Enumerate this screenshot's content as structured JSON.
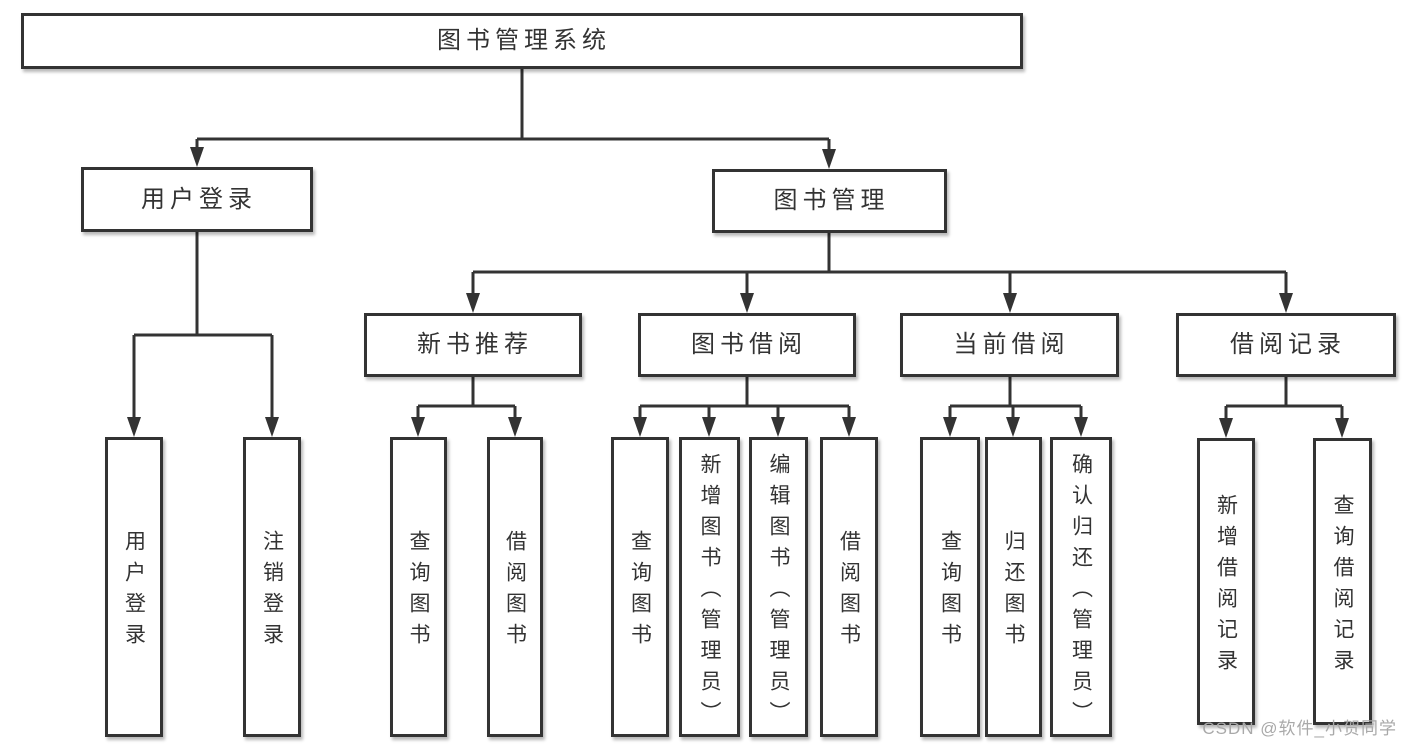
{
  "nodes": {
    "root": "图书管理系统",
    "userLogin": "用户登录",
    "bookMgmt": "图书管理",
    "newBook": "新书推荐",
    "bookBorrow": "图书借阅",
    "currentBorrow": "当前借阅",
    "borrowRecord": "借阅记录"
  },
  "leaves": {
    "userLogin": [
      "用户登录",
      "注销登录"
    ],
    "newBook": [
      "查询图书",
      "借阅图书"
    ],
    "bookBorrow": [
      "查询图书",
      "新增图书（管理员）",
      "编辑图书（管理员）",
      "借阅图书"
    ],
    "currentBorrow": [
      "查询图书",
      "归还图书",
      "确认归还（管理员）"
    ],
    "borrowRecord": [
      "新增借阅记录",
      "查询借阅记录"
    ]
  },
  "watermark": {
    "text": "CSDN @软件_小贺同学"
  },
  "colors": {
    "line": "#333333",
    "box_border": "#333333",
    "text": "#333333",
    "watermark_text": "#a9a9a9",
    "background": "#ffffff"
  }
}
